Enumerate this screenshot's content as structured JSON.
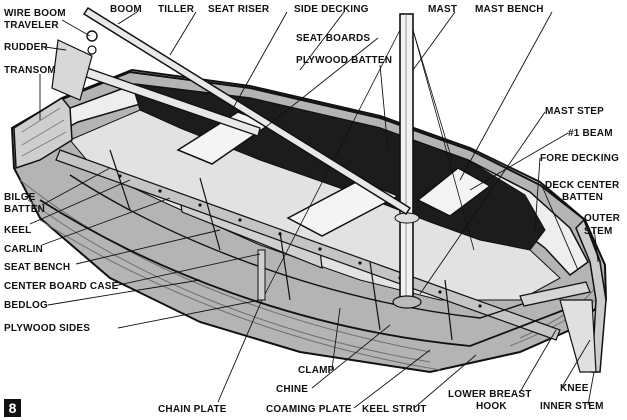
{
  "figure": {
    "number": "8"
  },
  "labels": {
    "wire_boom_traveler_1": "WIRE BOOM",
    "wire_boom_traveler_2": "TRAVELER",
    "boom": "BOOM",
    "tiller": "TILLER",
    "seat_riser": "SEAT RISER",
    "side_decking": "SIDE DECKING",
    "mast": "MAST",
    "mast_bench": "MAST BENCH",
    "rudder": "RUDDER",
    "seat_boards": "SEAT BOARDS",
    "plywood_batten": "PLYWOOD BATTEN",
    "transom": "TRANSOM",
    "mast_step": "MAST STEP",
    "beam_1": "#1 BEAM",
    "fore_decking": "FORE DECKING",
    "deck_center_batten_1": "DECK CENTER",
    "deck_center_batten_2": "BATTEN",
    "outer_stem_1": "OUTER",
    "outer_stem_2": "STEM",
    "bilge_batten_1": "BILGE",
    "bilge_batten_2": "BATTEN",
    "keel": "KEEL",
    "carlin": "CARLIN",
    "seat_bench": "SEAT BENCH",
    "center_board_case": "CENTER BOARD CASE",
    "bedlog": "BEDLOG",
    "plywood_sides": "PLYWOOD SIDES",
    "clamp": "CLAMP",
    "chine": "CHINE",
    "chain_plate": "CHAIN PLATE",
    "coaming_plate": "COAMING PLATE",
    "keel_strut": "KEEL STRUT",
    "lower_breast_hook_1": "LOWER BREAST",
    "lower_breast_hook_2": "HOOK",
    "knee": "KNEE",
    "inner_stem": "INNER STEM"
  },
  "colors": {
    "ink": "#111111",
    "hull_shade": "#9a9a9a",
    "dark_interior": "#1c1c1c",
    "deck": "#e6e6e6",
    "paper": "#ffffff"
  }
}
